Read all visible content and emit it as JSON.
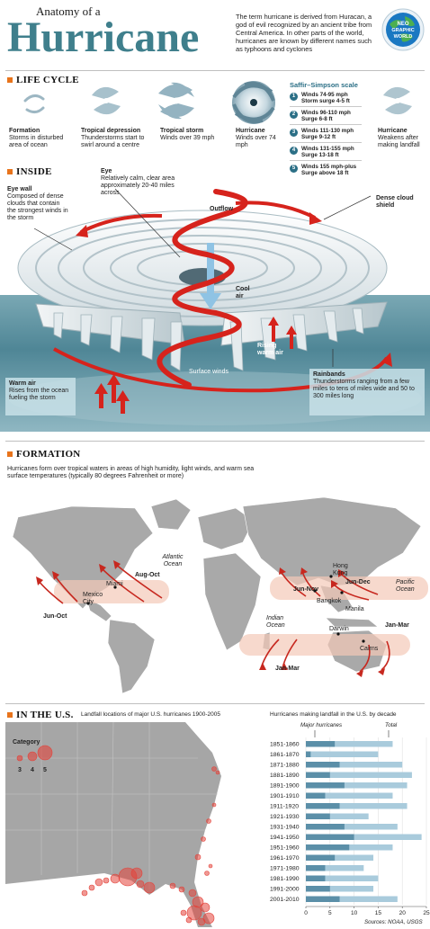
{
  "header": {
    "kicker": "Anatomy of a",
    "title": "Hurricane",
    "intro": "The term hurricane is derived from Huracan, a god of evil recognized by an ancient tribe from Central America. In other parts of the world, hurricanes are known by different names such as typhoons and cyclones",
    "logo_line1": "NEO",
    "logo_line2": "GRAPHIC",
    "logo_line3": "WORLD"
  },
  "lifecycle": {
    "title": "LIFE CYCLE",
    "stages": [
      {
        "name": "Formation",
        "desc": "Storms in disturbed area of ocean"
      },
      {
        "name": "Tropical depression",
        "desc": "Thunderstorms start to swirl around a centre"
      },
      {
        "name": "Tropical storm",
        "desc": "Winds over 39 mph"
      },
      {
        "name": "Hurricane",
        "desc": "Winds over 74 mph"
      },
      {
        "name": "Hurricane",
        "desc": "Weakens after making landfall"
      }
    ],
    "scale_title": "Saffir–Simpson scale",
    "scale": [
      {
        "num": "1",
        "winds": "Winds 74-95 mph",
        "surge": "Storm surge 4-5 ft"
      },
      {
        "num": "2",
        "winds": "Winds 96-110 mph",
        "surge": "Surge 6-8 ft"
      },
      {
        "num": "3",
        "winds": "Winds 111-130 mph",
        "surge": "Surge 9-12 ft"
      },
      {
        "num": "4",
        "winds": "Winds 131-155 mph",
        "surge": "Surge 13-18 ft"
      },
      {
        "num": "5",
        "winds": "Winds 155 mph-plus",
        "surge": "Surge above 18 ft"
      }
    ]
  },
  "inside": {
    "title": "INSIDE",
    "eye_wall_title": "Eye wall",
    "eye_wall_desc": "Composed of dense clouds that contain the strongest winds in the storm",
    "eye_title": "Eye",
    "eye_desc": "Relatively calm, clear area approximately 20-40 miles across",
    "outflow": "Outflow",
    "cloud_shield": "Dense cloud shield",
    "cool_air": "Cool air",
    "rising_air": "Rising warm air",
    "surface_winds": "Surface winds",
    "warm_air_title": "Warm air",
    "warm_air_desc": "Rises from the ocean fueling the storm",
    "rainbands_title": "Rainbands",
    "rainbands_desc": "Thunderstorms ranging from a few miles to tens of miles wide and 50 to 300 miles long"
  },
  "formation": {
    "title": "FORMATION",
    "desc": "Hurricanes form over tropical waters in areas of high humidity, light winds, and warm sea surface temperatures (typically 80 degrees Fahrenheit or more)",
    "labels": {
      "atlantic": "Atlantic Ocean",
      "pacific": "Pacific Ocean",
      "indian": "Indian Ocean",
      "aug_oct": "Aug-Oct",
      "jun_oct": "Jun-Oct",
      "jun_nov": "Jun-Nov",
      "jun_dec": "Jun-Dec",
      "jan_mar_e": "Jan-Mar",
      "jan_mar_w": "Jan-Mar",
      "miami": "Miami",
      "mexico_city": "Mexico City",
      "hong_kong": "Hong Kong",
      "bangkok": "Bangkok",
      "manila": "Manila",
      "darwin": "Darwin",
      "cairns": "Cairns"
    }
  },
  "us": {
    "title": "IN THE U.S.",
    "map_title": "Landfall locations of major U.S. hurricanes 1900-2005",
    "category_label": "Category",
    "cat_values": [
      "3",
      "4",
      "5"
    ],
    "chart_title": "Hurricanes making landfall in the U.S. by decade",
    "sources": "Sources: NOAA, USGS"
  },
  "chart_data": {
    "type": "bar",
    "title": "Hurricanes making landfall in the U.S. by decade",
    "orientation": "horizontal",
    "categories": [
      "1851-1860",
      "1861-1870",
      "1871-1880",
      "1881-1890",
      "1891-1900",
      "1901-1910",
      "1911-1920",
      "1921-1930",
      "1931-1940",
      "1941-1950",
      "1951-1960",
      "1961-1970",
      "1971-1980",
      "1981-1990",
      "1991-2000",
      "2001-2010"
    ],
    "series": [
      {
        "name": "Major hurricanes",
        "values": [
          6,
          1,
          7,
          5,
          8,
          4,
          7,
          5,
          8,
          10,
          9,
          6,
          4,
          4,
          5,
          7
        ]
      },
      {
        "name": "Total",
        "values": [
          18,
          15,
          20,
          22,
          21,
          18,
          21,
          13,
          19,
          24,
          18,
          14,
          12,
          15,
          14,
          19
        ]
      }
    ],
    "xlim": [
      0,
      25
    ],
    "xticks": [
      "0",
      "5",
      "10",
      "15",
      "20",
      "25"
    ],
    "colors": {
      "major": "#5b8fa8",
      "total": "#a9cbdc"
    }
  }
}
